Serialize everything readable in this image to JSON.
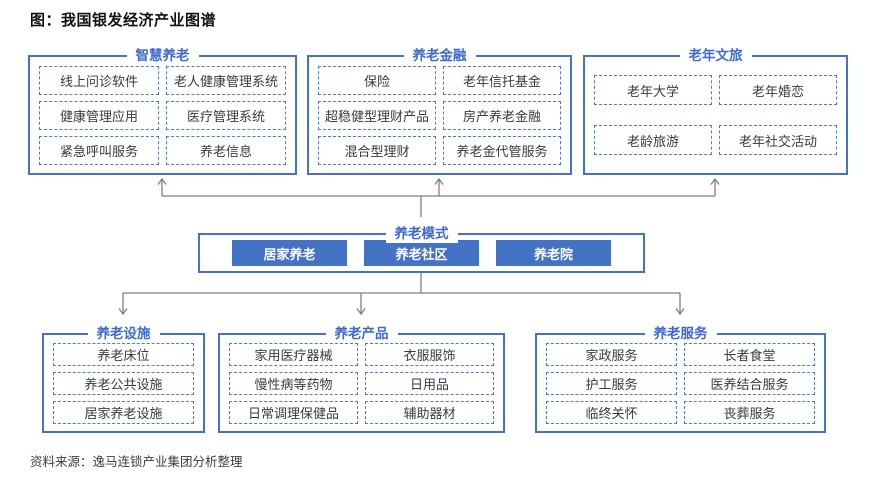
{
  "page_title": "图：我国银发经济产业图谱",
  "source_note": "资料来源：逸马连锁产业集团分析整理",
  "colors": {
    "accent_blue": "#4472C4",
    "dashed_border_blue": "#4f7ad1",
    "title_blue": "#3e6ad1",
    "connector_gray": "#7f7f7f",
    "item_text": "#3a3a3a"
  },
  "groups": {
    "smart_care": {
      "title": "智慧养老",
      "items": [
        "线上问诊软件",
        "老人健康管理系统",
        "健康管理应用",
        "医疗管理系统",
        "紧急呼叫服务",
        "养老信息"
      ]
    },
    "finance": {
      "title": "养老金融",
      "items": [
        "保险",
        "老年信托基金",
        "超稳健型理财产品",
        "房产养老金融",
        "混合型理财",
        "养老金代管服务"
      ]
    },
    "culture_tourism": {
      "title": "老年文旅",
      "items": [
        "老年大学",
        "老年婚恋",
        "老龄旅游",
        "老年社交活动"
      ]
    },
    "care_models": {
      "title": "养老模式",
      "items": [
        "居家养老",
        "养老社区",
        "养老院"
      ]
    },
    "facilities": {
      "title": "养老设施",
      "items": [
        "养老床位",
        "养老公共设施",
        "居家养老设施"
      ]
    },
    "products": {
      "title": "养老产品",
      "items": [
        "家用医疗器械",
        "衣服服饰",
        "慢性病等药物",
        "日用品",
        "日常调理保健品",
        "辅助器材"
      ]
    },
    "services": {
      "title": "养老服务",
      "items": [
        "家政服务",
        "长者食堂",
        "护工服务",
        "医养结合服务",
        "临终关怀",
        "丧葬服务"
      ]
    }
  }
}
